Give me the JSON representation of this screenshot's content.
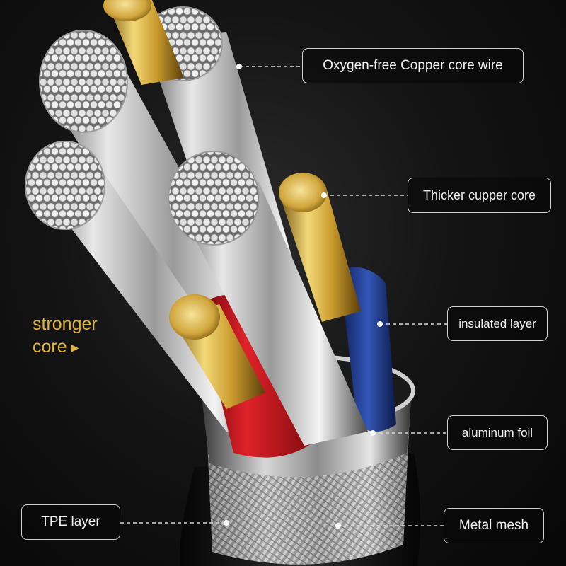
{
  "labels": {
    "oxygen_free": "Oxygen-free Copper core wire",
    "thicker_core": "Thicker cupper core",
    "insulated": "insulated layer",
    "aluminum": "aluminum foil",
    "metal_mesh": "Metal mesh",
    "tpe": "TPE layer"
  },
  "callout": {
    "line1": "stronger",
    "line2": "core",
    "arrow": "▶"
  },
  "colors": {
    "accent": "#e2b33a",
    "background": "#0d0d0d",
    "label_border": "#cfcfcf",
    "insulation_red": "#c8141a",
    "insulation_blue": "#1e3a8c",
    "gold_core": "#d4a83a"
  }
}
